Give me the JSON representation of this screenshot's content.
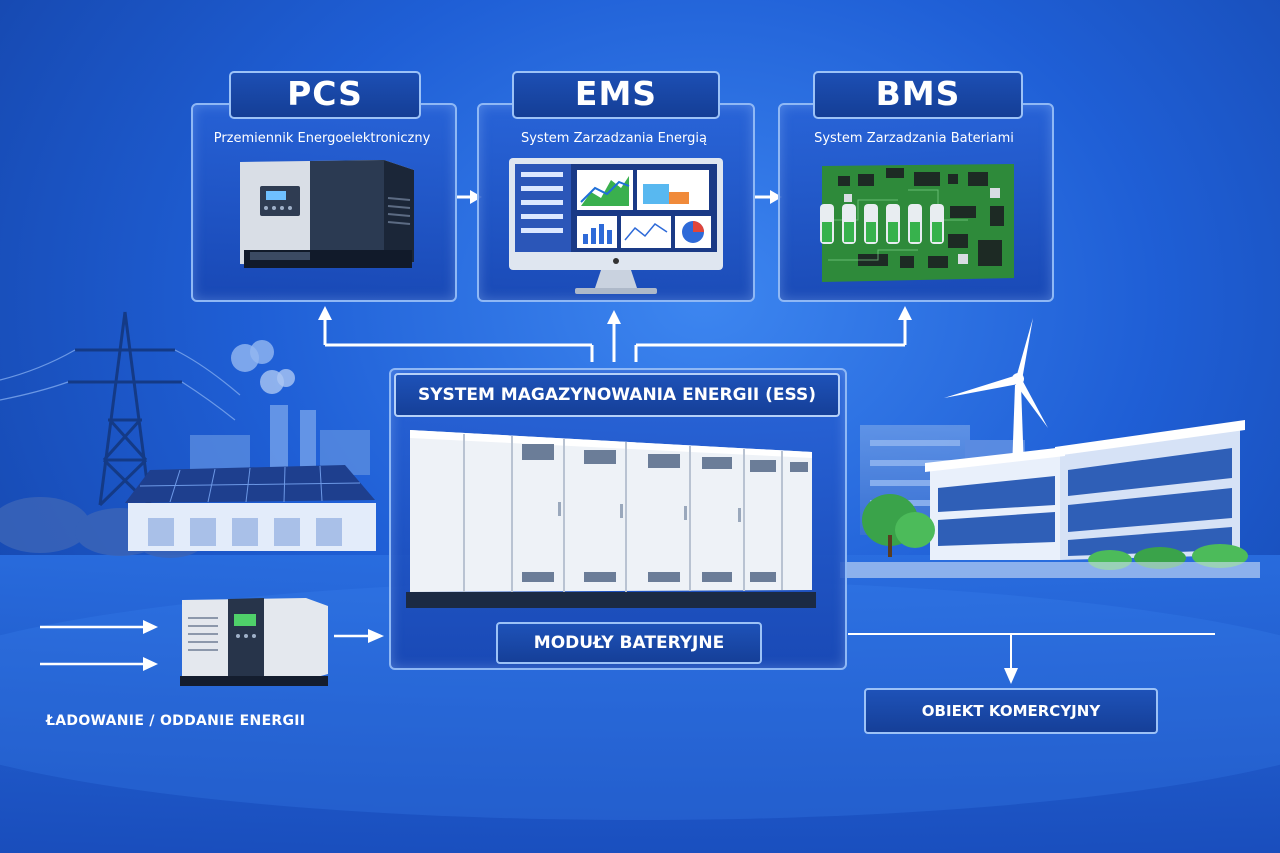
{
  "diagram": {
    "top_modules": [
      {
        "code": "PCS",
        "subtitle": "Przemiennik Energoelektroniczny"
      },
      {
        "code": "EMS",
        "subtitle": "System Zarzadzania Energią"
      },
      {
        "code": "BMS",
        "subtitle": "System Zarzadzania Bateriami"
      }
    ],
    "ess": {
      "title": "SYSTEM MAGAZYNOWANIA ENERGII (ESS)",
      "modules_label": "MODUŁY BATERYJNE"
    },
    "charge_label": "ŁADOWANIE / ODDANIE ENERGII",
    "commercial_label": "OBIEKT KOMERCYJNY"
  },
  "colors": {
    "background": "#1f5fd6",
    "panel_border": "#8fb8f5",
    "arrow": "#ffffff",
    "pcb_green": "#2e8a3a",
    "battery_green": "#37b24d"
  }
}
